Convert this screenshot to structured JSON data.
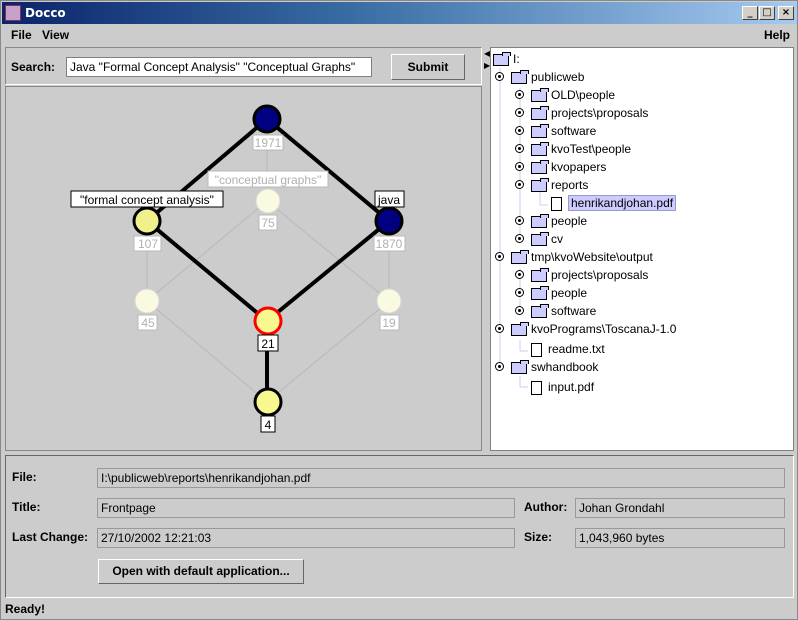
{
  "window": {
    "title": "Docco",
    "controls": [
      "minimize",
      "maximize",
      "close"
    ]
  },
  "menu": {
    "file": "File",
    "view": "View",
    "help": "Help"
  },
  "search": {
    "label": "Search:",
    "value": "Java \"Formal Concept Analysis\" \"Conceptual Graphs\"",
    "submit": "Submit"
  },
  "lattice": {
    "nodes": [
      {
        "id": "top",
        "count": "1971",
        "label": "",
        "fill": "#000080",
        "style": "highlighted"
      },
      {
        "id": "fca",
        "count": "107",
        "label": "\"formal concept analysis\"",
        "fill": "#f0f08c",
        "style": "highlighted"
      },
      {
        "id": "cg",
        "count": "75",
        "label": "\"conceptual graphs\"",
        "fill": "#fafae0",
        "style": "faded"
      },
      {
        "id": "java",
        "count": "1870",
        "label": "java",
        "fill": "#000080",
        "style": "highlighted"
      },
      {
        "id": "n45",
        "count": "45",
        "label": "",
        "fill": "#fafae0",
        "style": "faded"
      },
      {
        "id": "n21",
        "count": "21",
        "label": "",
        "fill": "#f8f890",
        "style": "selected"
      },
      {
        "id": "n19",
        "count": "19",
        "label": "",
        "fill": "#fafae0",
        "style": "faded"
      },
      {
        "id": "bottom",
        "count": "4",
        "label": "",
        "fill": "#f8f890",
        "style": "highlighted"
      }
    ],
    "colors": {
      "selected_border": "#ff0000",
      "highlight_edge": "#000000",
      "faded_edge": "#b8b8b8"
    }
  },
  "tree": {
    "root": "I:",
    "items": [
      {
        "label": "publicweb",
        "level": 1,
        "type": "folder",
        "expanded": true
      },
      {
        "label": "OLD\\people",
        "level": 2,
        "type": "folder",
        "expanded": false
      },
      {
        "label": "projects\\proposals",
        "level": 2,
        "type": "folder",
        "expanded": false
      },
      {
        "label": "software",
        "level": 2,
        "type": "folder",
        "expanded": false
      },
      {
        "label": "kvoTest\\people",
        "level": 2,
        "type": "folder",
        "expanded": false
      },
      {
        "label": "kvopapers",
        "level": 2,
        "type": "folder",
        "expanded": false
      },
      {
        "label": "reports",
        "level": 2,
        "type": "folder",
        "expanded": true
      },
      {
        "label": "henrikandjohan.pdf",
        "level": 3,
        "type": "file",
        "selected": true
      },
      {
        "label": "people",
        "level": 2,
        "type": "folder",
        "expanded": false
      },
      {
        "label": "cv",
        "level": 2,
        "type": "folder",
        "expanded": false
      },
      {
        "label": "tmp\\kvoWebsite\\output",
        "level": 1,
        "type": "folder",
        "expanded": true
      },
      {
        "label": "projects\\proposals",
        "level": 2,
        "type": "folder",
        "expanded": false
      },
      {
        "label": "people",
        "level": 2,
        "type": "folder",
        "expanded": false
      },
      {
        "label": "software",
        "level": 2,
        "type": "folder",
        "expanded": false
      },
      {
        "label": "kvoPrograms\\ToscanaJ-1.0",
        "level": 1,
        "type": "folder",
        "expanded": true
      },
      {
        "label": "readme.txt",
        "level": 2,
        "type": "file"
      },
      {
        "label": "swhandbook",
        "level": 1,
        "type": "folder",
        "expanded": true
      },
      {
        "label": "input.pdf",
        "level": 2,
        "type": "file"
      }
    ]
  },
  "details": {
    "file_label": "File:",
    "file_value": "I:\\publicweb\\reports\\henrikandjohan.pdf",
    "title_label": "Title:",
    "title_value": "Frontpage",
    "author_label": "Author:",
    "author_value": "Johan Grondahl",
    "change_label": "Last Change:",
    "change_value": "27/10/2002 12:21:03",
    "size_label": "Size:",
    "size_value": "1,043,960 bytes",
    "open_button": "Open with default application..."
  },
  "status": "Ready!"
}
